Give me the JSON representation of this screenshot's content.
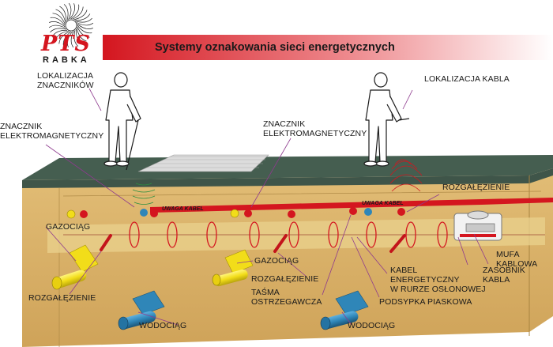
{
  "header": {
    "logo_text": "PTS",
    "logo_subtext": "RABKA",
    "title": "Systemy oznakowania sieci energetycznych"
  },
  "labels": {
    "lokalizacja_znacznikow": "LOKALIZACJA\nZNACZNIKÓW",
    "lokalizacja_kabla": "LOKALIZACJA KABLA",
    "znacznik_left": "ZNACZNIK\nELEKTROMAGNETYCZNY",
    "znacznik_center": "ZNACZNIK\nELEKTROMAGNETYCZNY",
    "rozgalezienie_right": "ROZGAŁĘZIENIE",
    "gazociag_left": "GAZOCIĄG",
    "rozgalezienie_left": "ROZGAŁĘZIENIE",
    "gazociag_center": "GAZOCIĄG",
    "rozgalezienie_center": "ROZGAŁĘZIENIE",
    "tasma": "TAŚMA\nOSTRZEGAWCZA",
    "kabel": "KABEL\nENERGETYCZNY\nW RURZE OSŁONOWEJ",
    "podsypka": "PODSYPKA PIASKOWA",
    "mufa": "MUFA\nKABLOWA",
    "zasobnik": "ZASOBNIK\nKABLA",
    "wodociag_left": "WODOCIĄG",
    "wodociag_right": "WODOCIĄG"
  },
  "tape_text": [
    "UWAGA KABEL",
    "UWAGA KABEL"
  ],
  "colors": {
    "accent_red": "#d4161f",
    "ground_top": "#455e50",
    "soil": "#d9b068",
    "gas": "#f2dd19",
    "water": "#2f86b8"
  }
}
